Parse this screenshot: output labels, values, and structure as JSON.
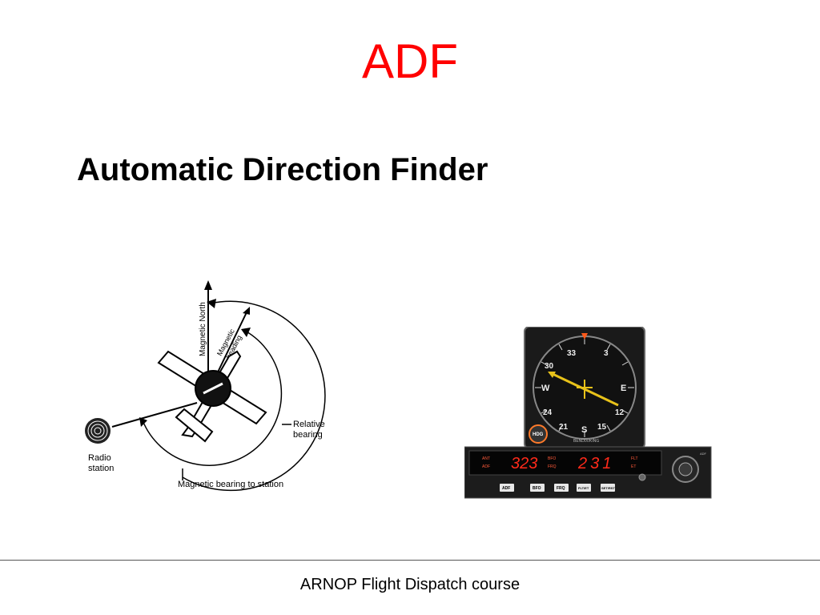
{
  "slide": {
    "title": "ADF",
    "subtitle": "Automatic Direction Finder",
    "footer": "ARNOP Flight Dispatch course"
  },
  "diagram": {
    "magnetic_north": "Magnetic North",
    "magnetic_heading_1": "Magnetic",
    "magnetic_heading_2": "heading",
    "relative_bearing_1": "Relative",
    "relative_bearing_2": "bearing",
    "radio_station_1": "Radio",
    "radio_station_2": "station",
    "magnetic_bearing_to_station": "Magnetic bearing to station"
  },
  "instrument": {
    "dial_labels": [
      "33",
      "3",
      "E",
      "12",
      "15",
      "S",
      "21",
      "24",
      "W",
      "30"
    ],
    "hdg_button": "HDG",
    "brand": "BENDIX/KING",
    "left_mode_1": "ANT",
    "left_mode_2": "ADF",
    "left_freq": "323",
    "mid_mode_1": "BFO",
    "mid_mode_2": "FRQ",
    "right_freq": "231",
    "right_mode_1": "FLT",
    "right_mode_2": "ET",
    "right_caption": "ADF",
    "buttons": [
      "ADF",
      "BFO",
      "FRQ",
      "FLT/ET",
      "SET/RST"
    ],
    "colors": {
      "digits": "#ff2a1a",
      "needle": "#e8c21a",
      "bezel": "#1a1a1a"
    }
  }
}
